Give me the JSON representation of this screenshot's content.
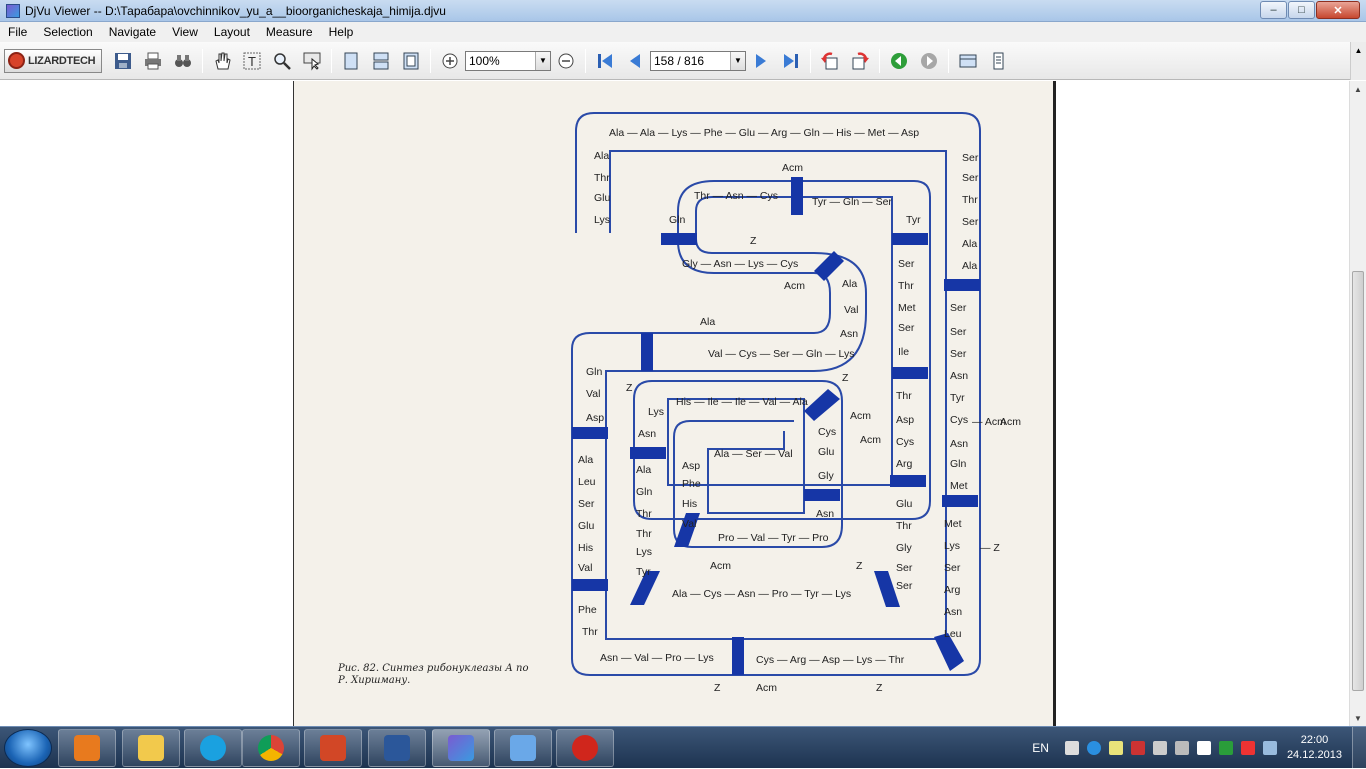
{
  "window": {
    "title": "DjVu Viewer -- D:\\Тарабара\\ovchinnikov_yu_a__bioorganicheskaja_himija.djvu",
    "minimize": "–",
    "maximize": "□",
    "close": "✕"
  },
  "menu": [
    "File",
    "Selection",
    "Navigate",
    "View",
    "Layout",
    "Measure",
    "Help"
  ],
  "toolbar": {
    "logo": "LIZARDTECH",
    "zoom": "100%",
    "page": "158 / 816"
  },
  "figure": {
    "caption_line1": "Рис. 82. Синтез рибонуклеазы А по",
    "caption_line2": "Р. Хиршману.",
    "labels": [
      "Ala — Ala — Lys — Phe — Glu — Arg — Gln — His — Met — Asp",
      "Ala",
      "Thr",
      "Glu",
      "Lys",
      "Ser",
      "Ser",
      "Thr",
      "Ser",
      "Ala",
      "Ala",
      "Acm",
      "Thr — Asn — Cys",
      "Tyr — Gln — Ser",
      "Tyr",
      "Gln",
      "Z",
      "Gly — Asn — Lys — Cys",
      "Acm",
      "Ala",
      "Val",
      "Asn",
      "Ser",
      "Thr",
      "Met",
      "Ser",
      "Ile",
      "Ser",
      "Ser",
      "Ser",
      "Asn",
      "Tyr",
      "Cys",
      "Asn",
      "Gln",
      "Met",
      "Acm",
      "Ala",
      "Val — Cys — Ser — Gln — Lys",
      "Z",
      "Gln",
      "Val",
      "Asp",
      "Z",
      "Lys",
      "Asn",
      "His — Ile — Ile — Val — Ala",
      "Acm",
      "Acm",
      "Thr",
      "Asp",
      "Cys",
      "Arg",
      "— Acm",
      "Cys",
      "Glu",
      "Gly",
      "Asp",
      "Phe",
      "His",
      "Val",
      "Ala — Ser — Val",
      "Ala",
      "Leu",
      "Ser",
      "Glu",
      "His",
      "Val",
      "Ala",
      "Gln",
      "Thr",
      "Thr",
      "Lys",
      "Tyr",
      "Asn",
      "Pro — Val — Tyr — Pro",
      "Glu",
      "Thr",
      "Gly",
      "Ser",
      "Ser",
      "Met",
      "Lys",
      "Ser",
      "Arg",
      "Asn",
      "Leu",
      "— Z",
      "Acm",
      "Z",
      "Ala — Cys — Asn — Pro — Tyr — Lys",
      "Phe",
      "Thr",
      "Asn — Val — Pro — Lys",
      "Cys — Arg — Asp — Lys — Thr",
      "Z",
      "Acm",
      "Z"
    ]
  },
  "taskbar": {
    "lang": "EN",
    "time": "22:00",
    "date": "24.12.2013"
  },
  "colors": {
    "chain": "#1f3fa0",
    "chain_block": "#1636a6",
    "page_bg": "#f4f1ea"
  }
}
